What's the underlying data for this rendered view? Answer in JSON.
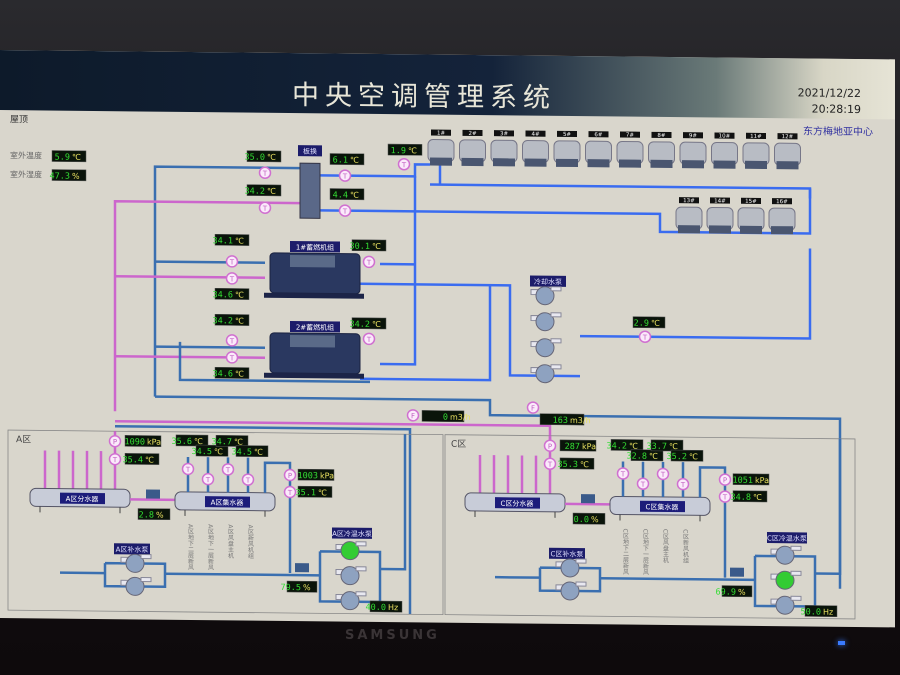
{
  "header": {
    "title": "中央空调管理系统",
    "date": "2021/12/22",
    "time": "20:28:19",
    "org": "东方梅地亚中心"
  },
  "roof": {
    "section": "屋顶",
    "outdoor_temp_label": "室外温度",
    "outdoor_temp": "5.9",
    "outdoor_temp_unit": "℃",
    "outdoor_hum_label": "室外湿度",
    "outdoor_hum": "47.3",
    "outdoor_hum_unit": "%"
  },
  "heat_exchanger": {
    "label": "板换",
    "t_left_top": "35.0",
    "t_left_bottom": "34.2",
    "t_right_top": "6.1",
    "t_right_bottom": "4.4"
  },
  "cooling_tower_supply_temp": "1.9",
  "cooling_towers": [
    "1#",
    "2#",
    "3#",
    "4#",
    "5#",
    "6#",
    "7#",
    "8#",
    "9#",
    "10#",
    "11#",
    "12#",
    "13#",
    "14#",
    "15#",
    "16#"
  ],
  "chillers": [
    {
      "label": "1#蓄燃机组",
      "t_in": "34.1",
      "t_out": "34.6",
      "t_cond": "30.1"
    },
    {
      "label": "2#蓄燃机组",
      "t_in": "34.2",
      "t_out": "34.6",
      "t_cond": "34.2"
    }
  ],
  "cooling_pumps": {
    "label": "冷却水泵",
    "return_temp": "2.9"
  },
  "flows": {
    "bypass_flow": "0",
    "bypass_unit": "m3/h",
    "main_flow": "163",
    "main_unit": "m3/h"
  },
  "unit_deg": "℃",
  "unit_kpa": "kPa",
  "unit_pct": "%",
  "unit_hz": "Hz",
  "sensor_t": "T",
  "sensor_p": "P",
  "sensor_f": "F",
  "zone_a": {
    "label": "A区",
    "supply_pressure": "1090",
    "supply_temp": "35.4",
    "distributor": "A区分水器",
    "collector": "A区集水器",
    "valve_open": "2.8",
    "branch_temps": [
      "35.6",
      "34.5",
      "34.7",
      "34.5"
    ],
    "branch_labels": [
      "A区地下二层新风",
      "A区地下一层新风",
      "A区风盘主机",
      "A区新风机组"
    ],
    "return_pressure": "1003",
    "return_temp": "35.1",
    "makeup_pumps": "A区补水泵",
    "circ_pumps": "A区冷温水泵",
    "circ_valve": "79.5",
    "freq": "40.0"
  },
  "zone_c": {
    "label": "C区",
    "supply_pressure": "287",
    "supply_temp": "35.3",
    "distributor": "C区分水器",
    "collector": "C区集水器",
    "valve_open": "0.0",
    "branch_temps": [
      "34.2",
      "32.8",
      "33.7",
      "35.2"
    ],
    "branch_labels": [
      "C区地下二层新风",
      "C区地下一层新风",
      "C区风盘主机",
      "C区新风机组"
    ],
    "return_pressure": "1051",
    "return_temp": "34.8",
    "makeup_pumps": "C区补水泵",
    "circ_pumps": "C区冷温水泵",
    "circ_valve": "69.9",
    "freq": "50.0"
  },
  "monitor_brand": "SAMSUNG",
  "colors": {
    "supply_pipe": "#cc66cc",
    "return_pipe": "#3a6fb0",
    "cold_pipe": "#3a6cf0",
    "readout_bg": "#0a140a",
    "readout_fg": "#33dd33",
    "unit_fg": "#e8e060",
    "pump_on": "#33cc33",
    "pump_off": "#8ea2c0"
  }
}
